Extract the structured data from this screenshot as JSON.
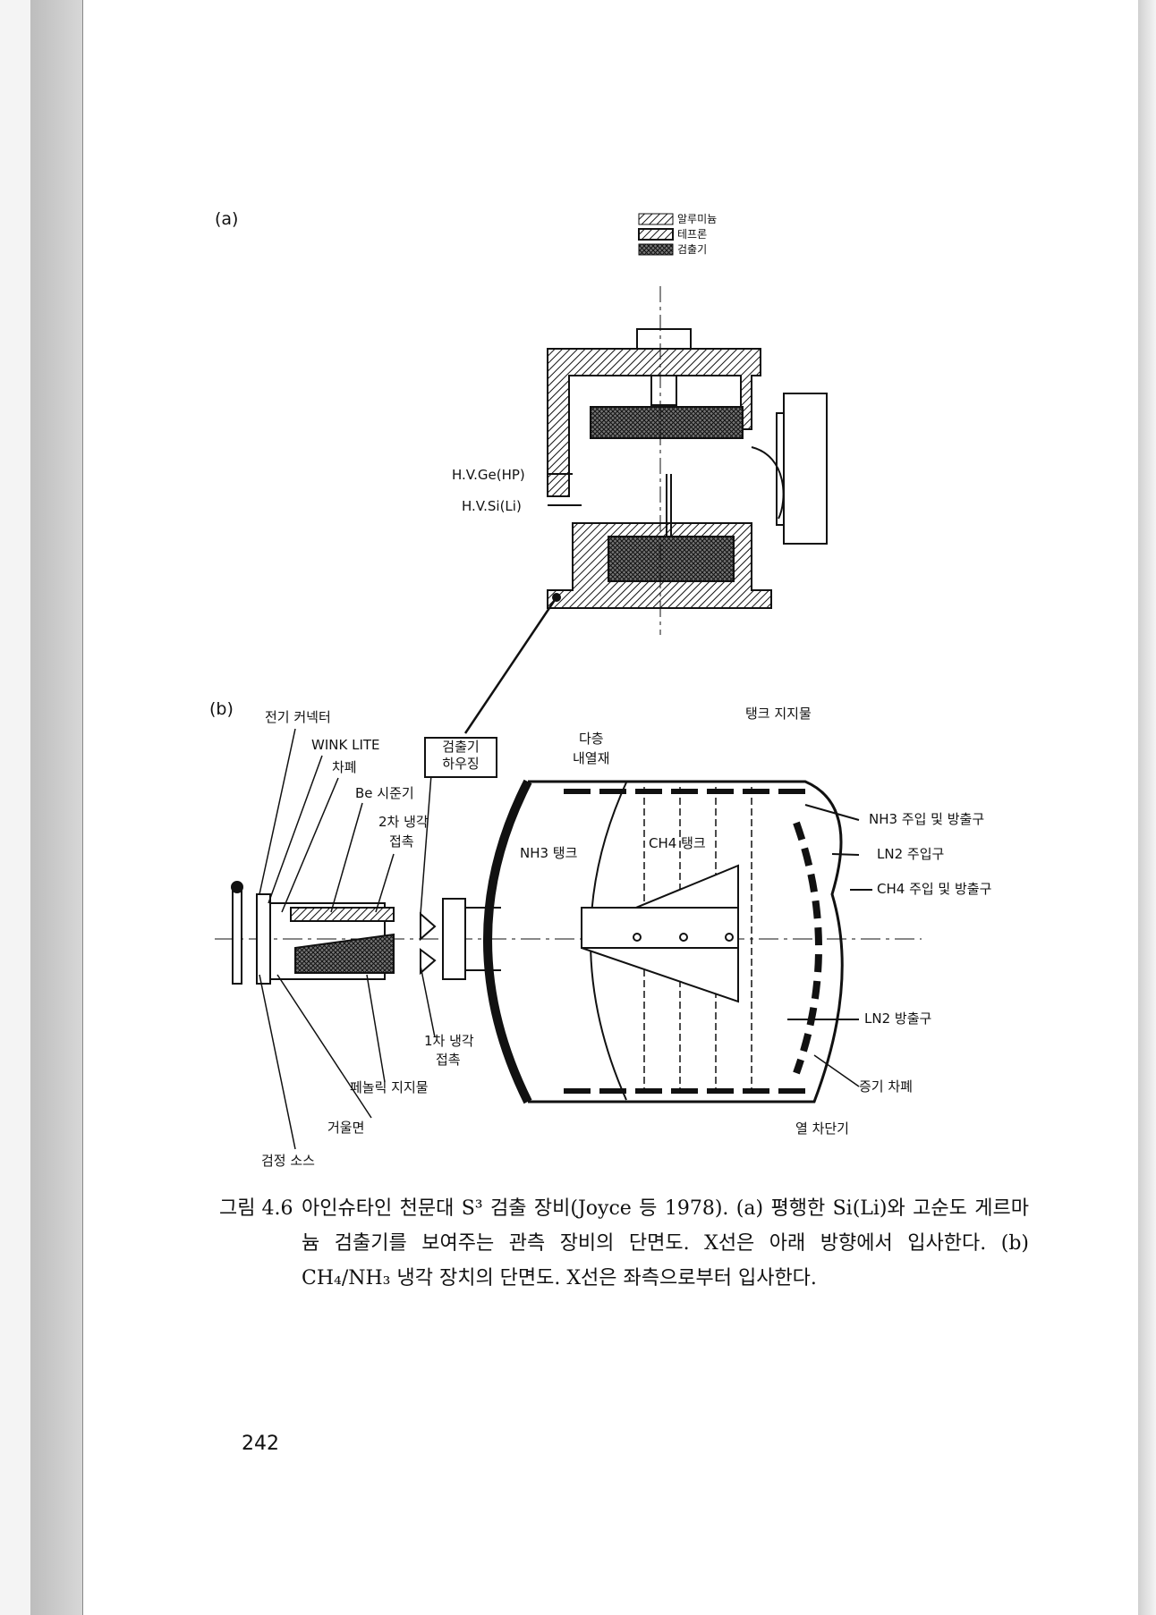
{
  "figure_a": {
    "panel_label": "(a)",
    "legend": [
      "알루미늄",
      "테프론",
      "검출기"
    ],
    "labels": {
      "hv_ge": "H.V.Ge(HP)",
      "hv_si": "H.V.Si(Li)"
    }
  },
  "figure_b": {
    "panel_label": "(b)",
    "labels": {
      "connector": "전기 커넥터",
      "wink_lite": "WINK LITE",
      "shield": "차폐",
      "be_collimator": "Be 시준기",
      "secondary_cooling_1": "2차 냉각",
      "secondary_cooling_2": "접촉",
      "detector_housing_1": "검출기",
      "detector_housing_2": "하우징",
      "multilayer_1": "다층",
      "multilayer_2": "내열재",
      "tank_support": "탱크 지지물",
      "nh3_port": "NH3 주입 및 방출구",
      "ln2_inlet": "LN2 주입구",
      "ch4_port": "CH4 주입 및 방출구",
      "ln2_outlet": "LN2 방출구",
      "vapor_shield": "증기 차폐",
      "heat_breaker": "열 차단기",
      "nh3_tank": "NH3 탱크",
      "ch4_tank": "CH4 탱크",
      "primary_cooling_1": "1차 냉각",
      "primary_cooling_2": "접촉",
      "phenolic_support": "페놀릭 지지물",
      "mirror": "거울면",
      "calibration_source": "검정 소스"
    }
  },
  "caption": {
    "number": "그림 4.6",
    "text": "아인슈타인 천문대 S³ 검출 장비(Joyce 등 1978). (a) 평행한 Si(Li)와 고순도 게르마늄 검출기를 보여주는 관측 장비의 단면도. X선은 아래 방향에서 입사한다. (b) CH₄/NH₃ 냉각 장치의 단면도. X선은 좌측으로부터 입사한다."
  },
  "page_number": "242"
}
